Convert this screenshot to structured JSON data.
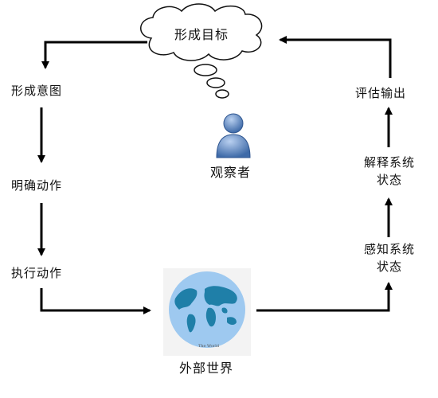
{
  "diagram": {
    "goal": "形成目标",
    "observer": "观察者",
    "execution": {
      "intention": "形成意图",
      "action_spec": "明确动作",
      "execute": "执行动作"
    },
    "evaluation": {
      "perceive_line1": "感知系统",
      "perceive_line2": "状态",
      "interpret_line1": "解释系统",
      "interpret_line2": "状态",
      "evaluate": "评估输出"
    },
    "world": "外部世界",
    "world_caption": "The World"
  },
  "colors": {
    "arrow": "#000000",
    "globe_ocean": "#9ec9f0",
    "globe_land": "#1f7fa8",
    "person": "#5b86c2"
  }
}
